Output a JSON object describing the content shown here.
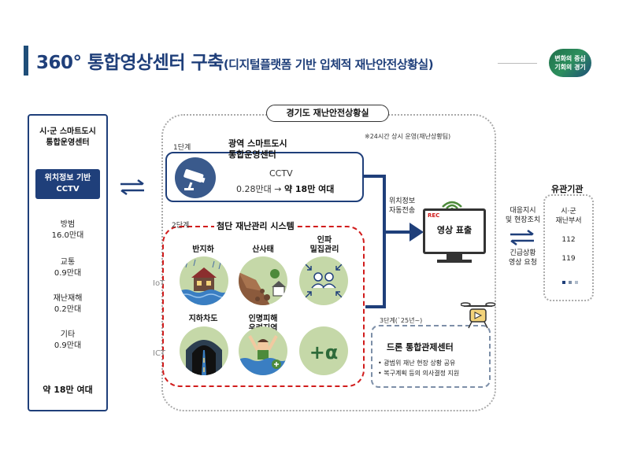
{
  "header": {
    "title_main": "360° 통합영상센터 구축",
    "title_sub": "(디지털플랫폼 기반 입체적 재난안전상황실)",
    "logo_line1": "변화의 중심",
    "logo_line2": "기회의 경기"
  },
  "left_panel": {
    "title_line1": "시·군 스마트도시",
    "title_line2": "통합운영센터",
    "badge_line1": "위치정보 기반",
    "badge_line2": "CCTV",
    "items": [
      {
        "label": "방범",
        "value": "16.0만대"
      },
      {
        "label": "교통",
        "value": "0.9만대"
      },
      {
        "label": "재난재해",
        "value": "0.2만대"
      },
      {
        "label": "기타",
        "value": "0.9만대"
      }
    ],
    "total": "약 18만 여대"
  },
  "center": {
    "title": "경기도 재난안전상황실",
    "note": "※24시간 상시 운영(재난상황팀)",
    "step1": {
      "label": "1단계",
      "title_line1": "광역 스마트도시",
      "title_line2": "통합운영센터",
      "cctv_label": "CCTV",
      "cctv_from": "0.28만대 →",
      "cctv_to": "약 18만 여대"
    },
    "step2": {
      "label": "2단계",
      "title": "첨단 재난관리 시스템",
      "side_iot": "IoT",
      "side_ict": "ICT",
      "nodes": [
        {
          "label": "반지하",
          "icon": "flooded-house-icon"
        },
        {
          "label": "산사태",
          "icon": "landslide-icon"
        },
        {
          "label_line1": "인파",
          "label_line2": "밀집관리",
          "icon": "crowd-icon"
        },
        {
          "label": "지하차도",
          "icon": "tunnel-icon"
        },
        {
          "label_line1": "인명피해",
          "label_line2": "우려지역",
          "icon": "drowning-person-icon"
        },
        {
          "label": "+α",
          "icon": "plus-alpha-icon"
        }
      ]
    },
    "transfer_label_line1": "위치정보",
    "transfer_label_line2": "자동전송",
    "monitor_label": "영상 표출",
    "monitor_rec": "REC",
    "step3": {
      "label": "3단계(`25년~)",
      "title": "드론 통합관제센터",
      "items": [
        "광범위 재난 현장 상황 공유",
        "복구계획 등의 의사결정 지원"
      ]
    }
  },
  "middle_right": {
    "top_line1": "대응지시",
    "top_line2": "및 현장조치",
    "bottom_line1": "긴급상황",
    "bottom_line2": "영상 요청"
  },
  "right_panel": {
    "title": "유관기관",
    "item1_line1": "시·군",
    "item1_line2": "재난부서",
    "item2": "112",
    "item3": "119"
  },
  "colors": {
    "navy": "#1f3f7a",
    "red_dashed": "#d11c1c",
    "node_green": "#c5d8a8"
  }
}
